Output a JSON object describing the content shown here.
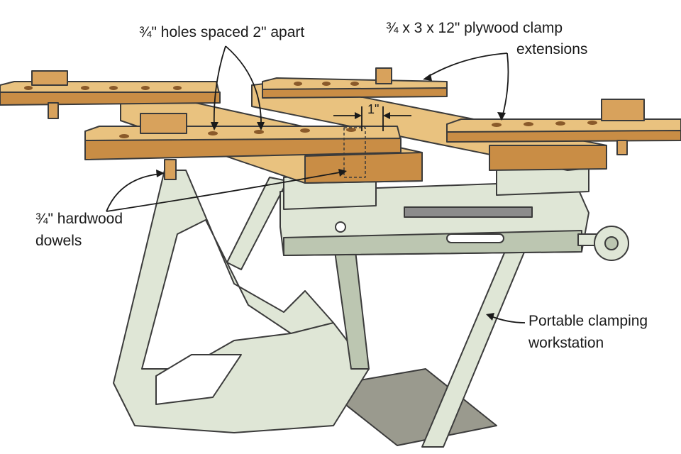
{
  "labels": {
    "holes": "¾\" holes spaced 2\" apart",
    "extensions_line1": "¾ x 3 x 12\" plywood clamp",
    "extensions_line2": "extensions",
    "dowels_line1": "¾\" hardwood",
    "dowels_line2": "dowels",
    "workstation_line1": "Portable clamping",
    "workstation_line2": "workstation",
    "gap": "1\""
  },
  "colors": {
    "plywood_top": "#e9c27f",
    "plywood_face": "#c98d45",
    "plywood_ply": "#b07434",
    "stand": "#dfe6d6",
    "stand_shadow": "#bcc6b1",
    "outline": "#3b3b3b",
    "leader": "#1a1a1a",
    "dowel": "#d8a25c"
  }
}
